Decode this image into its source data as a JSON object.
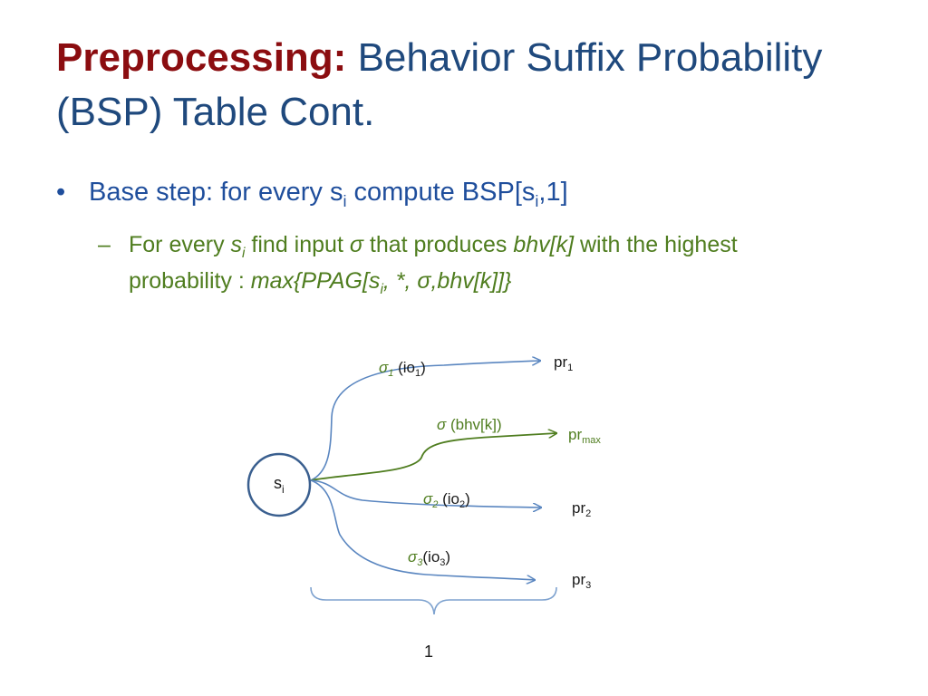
{
  "title": {
    "highlight": "Preprocessing:",
    "rest": "Behavior Suffix Probability (BSP) Table Cont."
  },
  "bullet": {
    "prefix": "Base step: for every s",
    "sub_i": "i",
    "middle": " compute BSP[s",
    "sub_i2": "i",
    "suffix": ",1]"
  },
  "subbullet": {
    "part1": "For every ",
    "s": "s",
    "i": "i",
    "part2": " find input ",
    "sigma": "σ",
    "part3": " that produces ",
    "bhv": "bhv[k]",
    "part4": " with the highest probability : ",
    "max_pre": "max{PPAG[s",
    "max_i": "i",
    "max_post": ", *, σ,bhv[k]]}"
  },
  "diagram": {
    "node_label": "s",
    "node_sub": "i",
    "edges": [
      {
        "sigma": "σ",
        "sigma_sub": "1",
        "io": " (io",
        "io_sub": "1",
        "close": ")",
        "pr": "pr",
        "pr_sub": "1"
      },
      {
        "sigma": "σ",
        "sigma_sub": "",
        "io": " (bhv[k])",
        "io_sub": "",
        "close": "",
        "pr": "pr",
        "pr_sub": "max"
      },
      {
        "sigma": "σ",
        "sigma_sub": "2",
        "io": " (io",
        "io_sub": "2",
        "close": ")",
        "pr": "pr",
        "pr_sub": "2"
      },
      {
        "sigma": "σ",
        "sigma_sub": "3",
        "io": "(io",
        "io_sub": "3",
        "close": ")",
        "pr": "pr",
        "pr_sub": "3"
      }
    ],
    "brace_label": "1"
  },
  "colors": {
    "title_highlight": "#8b0d10",
    "title": "#1f497d",
    "bullet": "#1f4e9c",
    "subbullet": "#4f7d1f",
    "edge_blue": "#5a86c0",
    "edge_green": "#4f7d1f",
    "node_stroke": "#3a5f8f"
  }
}
